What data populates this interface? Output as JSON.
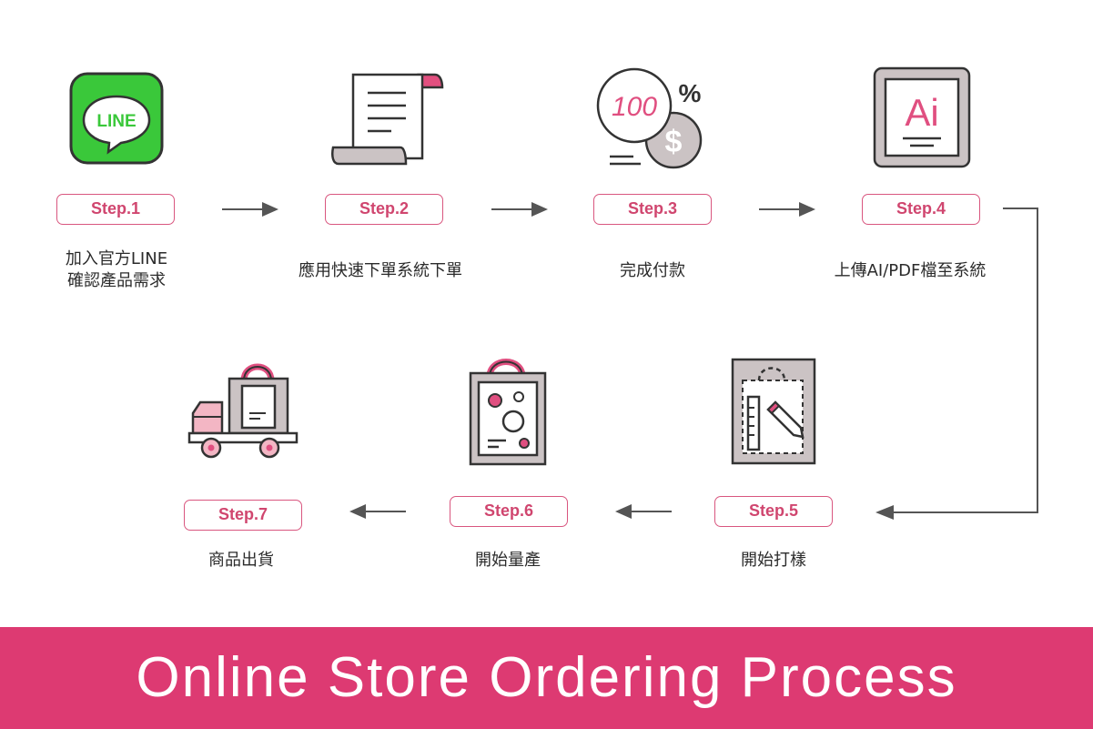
{
  "colors": {
    "accent": "#dd3a72",
    "pill_border": "#d9567f",
    "line_green": "#3ac83a",
    "icon_gray": "#cbc3c4",
    "outline": "#3a3a3a",
    "pink_light": "#f3b6c4"
  },
  "steps": [
    {
      "label": "Step.1",
      "caption": [
        "加入官方LINE",
        "確認產品需求"
      ],
      "icon": "line-app-icon",
      "icon_text": "LINE"
    },
    {
      "label": "Step.2",
      "caption": [
        "應用快速下單系統下單"
      ],
      "icon": "order-scroll-icon"
    },
    {
      "label": "Step.3",
      "caption": [
        "完成付款"
      ],
      "icon": "payment-coin-icon",
      "icon_text": "100",
      "icon_text_2": "%",
      "icon_text_3": "$"
    },
    {
      "label": "Step.4",
      "caption": [
        "上傳AI/PDF檔至系統"
      ],
      "icon": "ai-file-icon",
      "icon_text": "Ai"
    },
    {
      "label": "Step.5",
      "caption": [
        "開始打樣"
      ],
      "icon": "sample-design-icon"
    },
    {
      "label": "Step.6",
      "caption": [
        "開始量產"
      ],
      "icon": "production-bag-icon"
    },
    {
      "label": "Step.7",
      "caption": [
        "商品出貨"
      ],
      "icon": "delivery-truck-icon"
    }
  ],
  "banner": {
    "title": "Online Store Ordering Process"
  }
}
